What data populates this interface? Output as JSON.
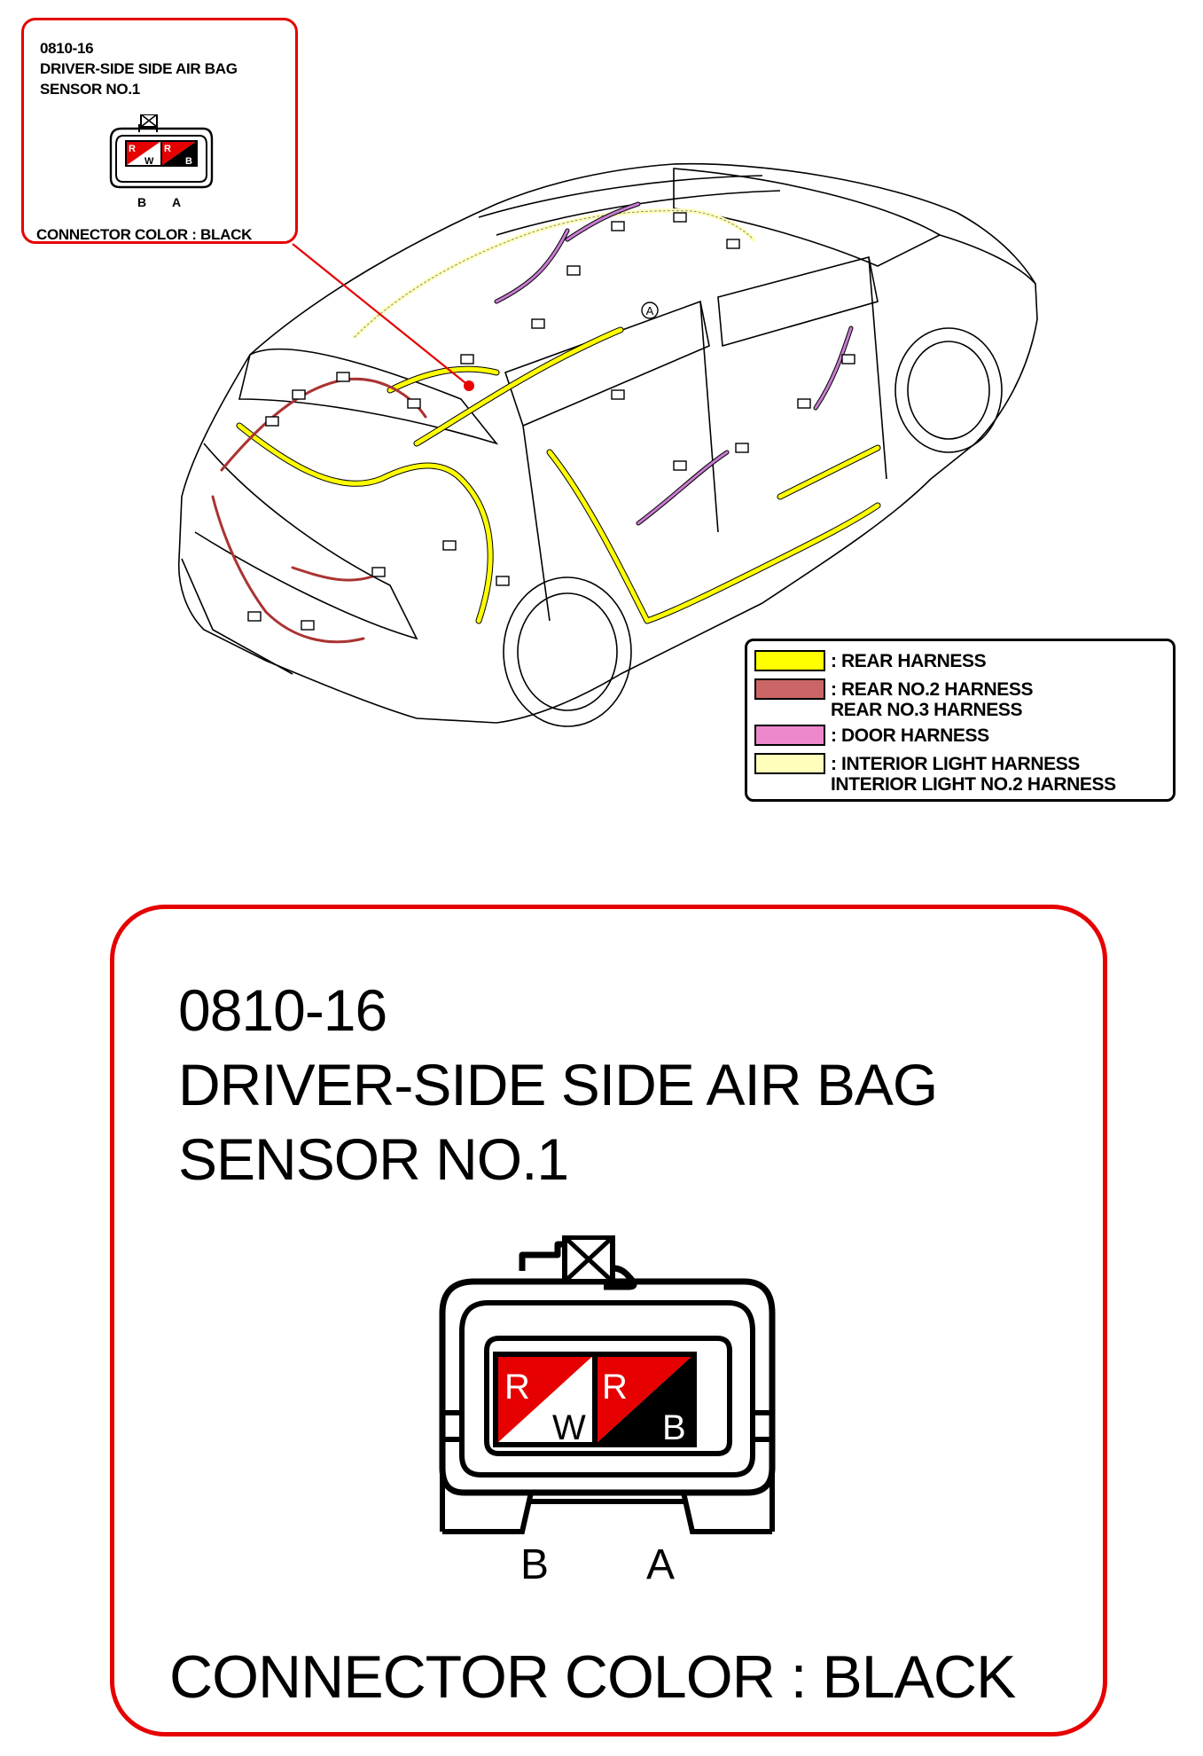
{
  "callout": {
    "code": "0810-16",
    "name": "DRIVER-SIDE SIDE AIR BAG SENSOR NO.1",
    "connector_color": "CONNECTOR COLOR : BLACK",
    "pins": [
      {
        "label": "A",
        "wire_top": "R",
        "wire_bottom": "B"
      },
      {
        "label": "B",
        "wire_top": "R",
        "wire_bottom": "W"
      }
    ],
    "pin_left_label": "B",
    "pin_right_label": "A",
    "location_mark": "A"
  },
  "legend": {
    "items": [
      {
        "text": ": REAR HARNESS",
        "color": "#ffff00"
      },
      {
        "text": ": REAR NO.2 HARNESS\nREAR NO.3 HARNESS",
        "color": "#cc6666"
      },
      {
        "text": ": DOOR HARNESS",
        "color": "#ee88cc"
      },
      {
        "text": ": INTERIOR LIGHT HARNESS\nINTERIOR LIGHT NO.2 HARNESS",
        "color": "#ffffbb"
      }
    ]
  },
  "colors": {
    "callout_border": "#e60000",
    "wire_red": "#e60000",
    "wire_white": "#ffffff",
    "wire_black": "#000000"
  }
}
